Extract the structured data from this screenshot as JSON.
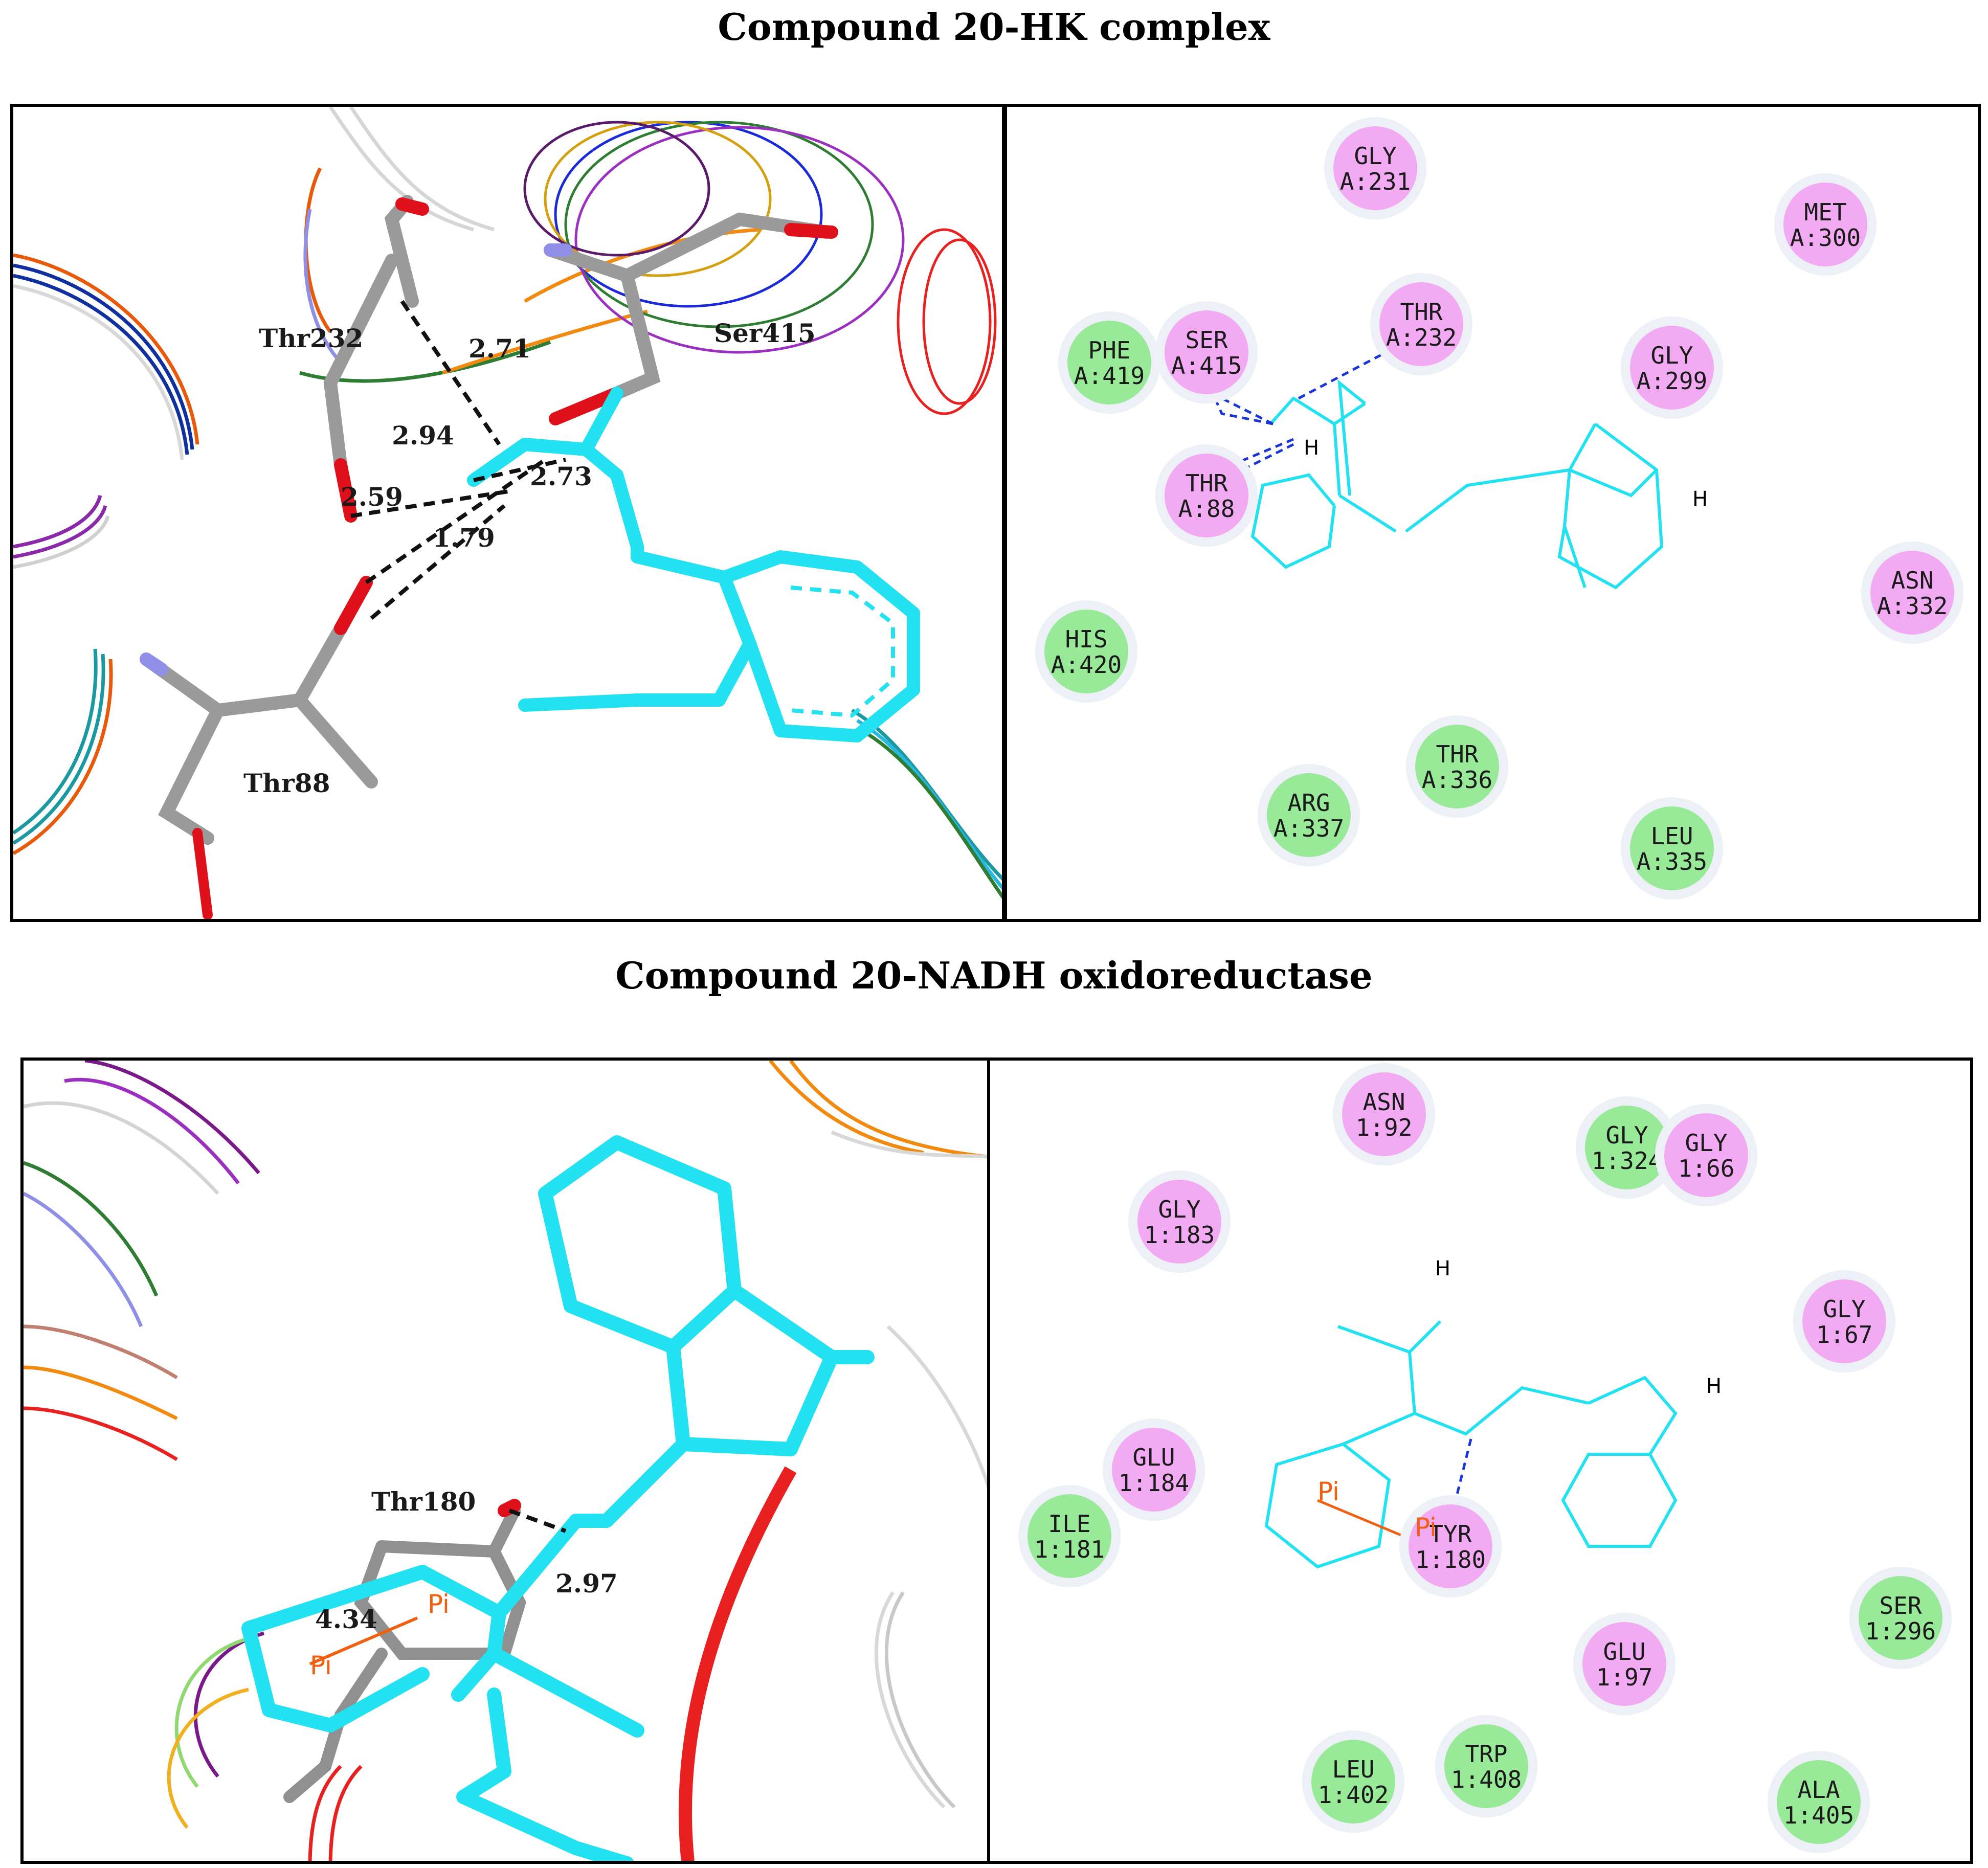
{
  "titles": {
    "top": "Compound 20-HK complex",
    "bottom": "Compound 20-NADH oxidoreductase"
  },
  "panel_3d_hk": {
    "residue_labels": [
      "Thr232",
      "Ser415",
      "Thr88"
    ],
    "distances": [
      "2.71",
      "2.94",
      "2.59",
      "2.73",
      "1.79"
    ]
  },
  "panel_2d_hk": {
    "residues": [
      {
        "name": "GLY",
        "id": "A:231",
        "type": "vdw"
      },
      {
        "name": "MET",
        "id": "A:300",
        "type": "vdw"
      },
      {
        "name": "THR",
        "id": "A:232",
        "type": "vdw"
      },
      {
        "name": "PHE",
        "id": "A:419",
        "type": "contact"
      },
      {
        "name": "SER",
        "id": "A:415",
        "type": "vdw"
      },
      {
        "name": "GLY",
        "id": "A:299",
        "type": "vdw"
      },
      {
        "name": "THR",
        "id": "A:88",
        "type": "vdw"
      },
      {
        "name": "ASN",
        "id": "A:332",
        "type": "vdw"
      },
      {
        "name": "HIS",
        "id": "A:420",
        "type": "contact"
      },
      {
        "name": "THR",
        "id": "A:336",
        "type": "contact"
      },
      {
        "name": "ARG",
        "id": "A:337",
        "type": "contact"
      },
      {
        "name": "LEU",
        "id": "A:335",
        "type": "contact"
      }
    ],
    "atom_labels": [
      "H",
      "H"
    ]
  },
  "panel_3d_nadh": {
    "residue_labels": [
      "Thr180"
    ],
    "distances": [
      "2.97",
      "4.34"
    ],
    "pi_labels": [
      "Pi",
      "Pi"
    ]
  },
  "panel_2d_nadh": {
    "residues": [
      {
        "name": "ASN",
        "id": "1:92",
        "type": "vdw"
      },
      {
        "name": "GLY",
        "id": "1:324",
        "type": "contact"
      },
      {
        "name": "GLY",
        "id": "1:66",
        "type": "vdw"
      },
      {
        "name": "GLY",
        "id": "1:183",
        "type": "vdw"
      },
      {
        "name": "GLY",
        "id": "1:67",
        "type": "vdw"
      },
      {
        "name": "GLU",
        "id": "1:184",
        "type": "vdw"
      },
      {
        "name": "ILE",
        "id": "1:181",
        "type": "contact"
      },
      {
        "name": "TYR",
        "id": "1:180",
        "type": "vdw"
      },
      {
        "name": "SER",
        "id": "1:296",
        "type": "contact"
      },
      {
        "name": "GLU",
        "id": "1:97",
        "type": "vdw"
      },
      {
        "name": "LEU",
        "id": "1:402",
        "type": "contact"
      },
      {
        "name": "TRP",
        "id": "1:408",
        "type": "contact"
      },
      {
        "name": "ALA",
        "id": "1:405",
        "type": "contact"
      }
    ],
    "atom_labels": [
      "H",
      "H"
    ],
    "pi_labels": [
      "Pi",
      "Pi"
    ]
  },
  "colors": {
    "ligand": "#22e1f0",
    "residue_stick": "#9a9a9a",
    "oxygen": "#e0101a",
    "nitrogen": "#8f8fe8",
    "vdw_circle": "#f2aaf2",
    "contact_circle": "#98ea98",
    "hbond": "#1a35d8",
    "pi": "#f06010"
  }
}
